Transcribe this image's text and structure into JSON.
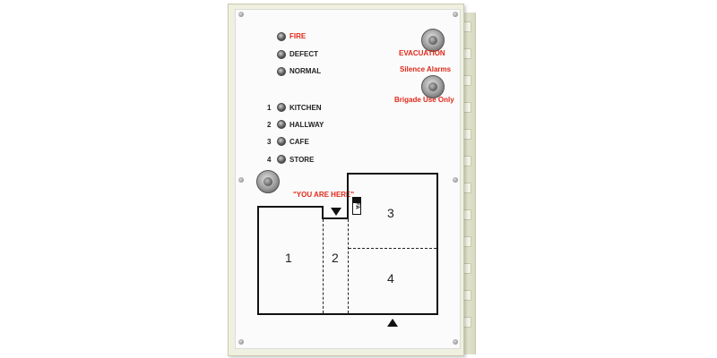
{
  "indicators": {
    "fire": "FIRE",
    "defect": "DEFECT",
    "normal": "NORMAL"
  },
  "zones": [
    {
      "number": "1",
      "label": "KITCHEN"
    },
    {
      "number": "2",
      "label": "HALLWAY"
    },
    {
      "number": "3",
      "label": "CAFE"
    },
    {
      "number": "4",
      "label": "STORE"
    }
  ],
  "controls": {
    "evacuation": "EVACUATION",
    "silence_alarms": "Silence Alarms",
    "brigade_use_only": "Brigade Use Only"
  },
  "map": {
    "you_are_here": "\"YOU ARE HERE\"",
    "fa_label": "FA",
    "rooms": [
      "1",
      "2",
      "3",
      "4"
    ]
  },
  "colors": {
    "label_red": "#e0281a",
    "panel_cream": "#f0f0e0",
    "face_white": "#fbfbfb"
  },
  "icons": {
    "led": "led-indicator-icon",
    "keyswitch": "keyswitch-icon",
    "screw": "screw-icon",
    "arrow_down": "triangle-down-icon",
    "arrow_up": "triangle-up-icon"
  }
}
